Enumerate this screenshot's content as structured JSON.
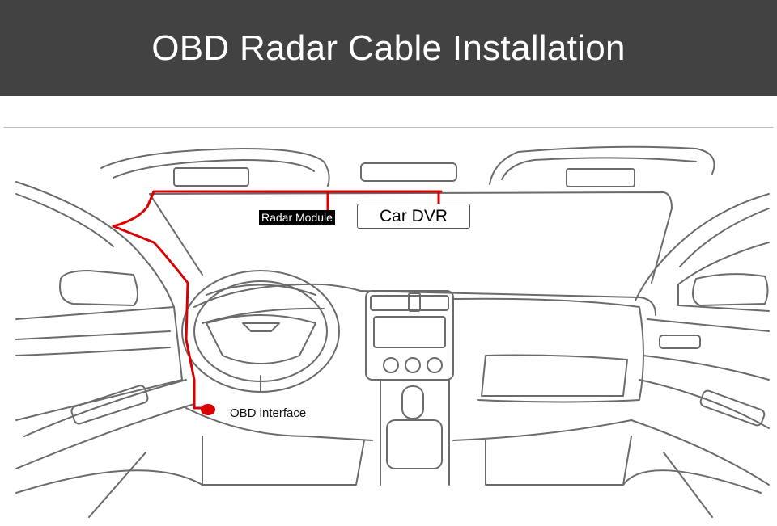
{
  "banner": {
    "title": "OBD Radar Cable Installation"
  },
  "diagram": {
    "labels": {
      "radar_module": "Radar Module",
      "car_dvr": "Car DVR",
      "obd_interface": "OBD interface"
    },
    "colors": {
      "banner_bg": "#424242",
      "cable": "#d80000",
      "outline": "#6b6b6b"
    }
  }
}
